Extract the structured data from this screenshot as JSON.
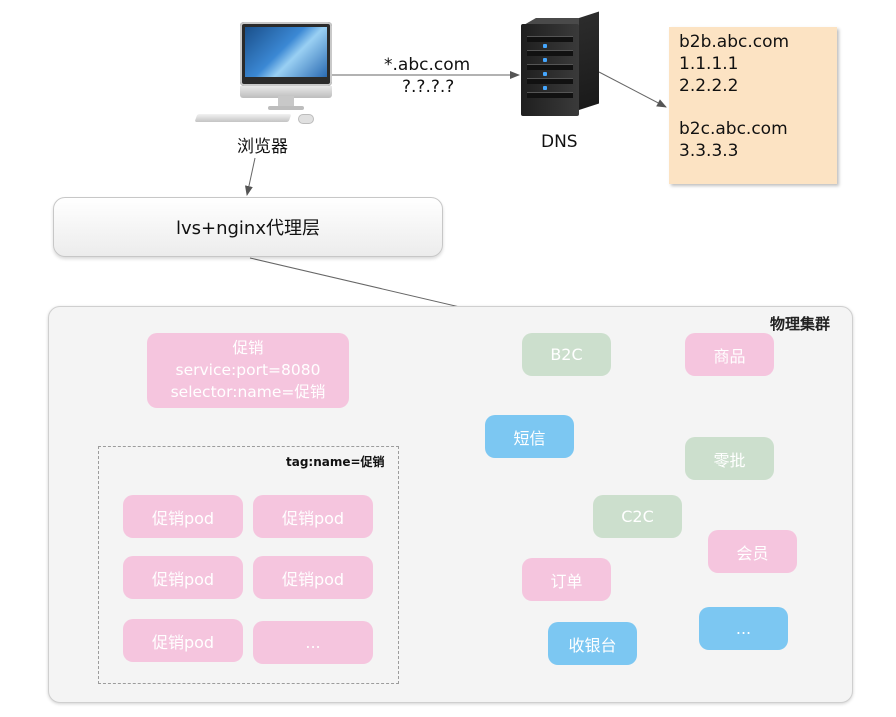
{
  "browser": {
    "label": "浏览器"
  },
  "request": {
    "domain": "*.abc.com",
    "ip": "?.?.?.?"
  },
  "dns": {
    "label": "DNS"
  },
  "dns_records": {
    "lines": [
      "b2b.abc.com",
      "1.1.1.1",
      "2.2.2.2",
      "b2c.abc.com",
      "3.3.3.3"
    ]
  },
  "proxy": {
    "label": "lvs+nginx代理层"
  },
  "cluster": {
    "title": "物理集群"
  },
  "service": {
    "name": "促销",
    "port": "service:port=8080",
    "selector": "selector:name=促销"
  },
  "pod_group": {
    "tag": "tag:name=促销"
  },
  "pods": [
    "促销pod",
    "促销pod",
    "促销pod",
    "促销pod",
    "促销pod",
    "..."
  ],
  "services": {
    "b2c": "B2C",
    "goods": "商品",
    "sms": "短信",
    "retail": "零批",
    "c2c": "C2C",
    "member": "会员",
    "order": "订单",
    "cashier": "收银台",
    "more": "..."
  },
  "colors": {
    "pink": "#f5c5de",
    "green": "#ccdfcd",
    "blue": "#7cc7f2",
    "note": "#fce3c3"
  }
}
